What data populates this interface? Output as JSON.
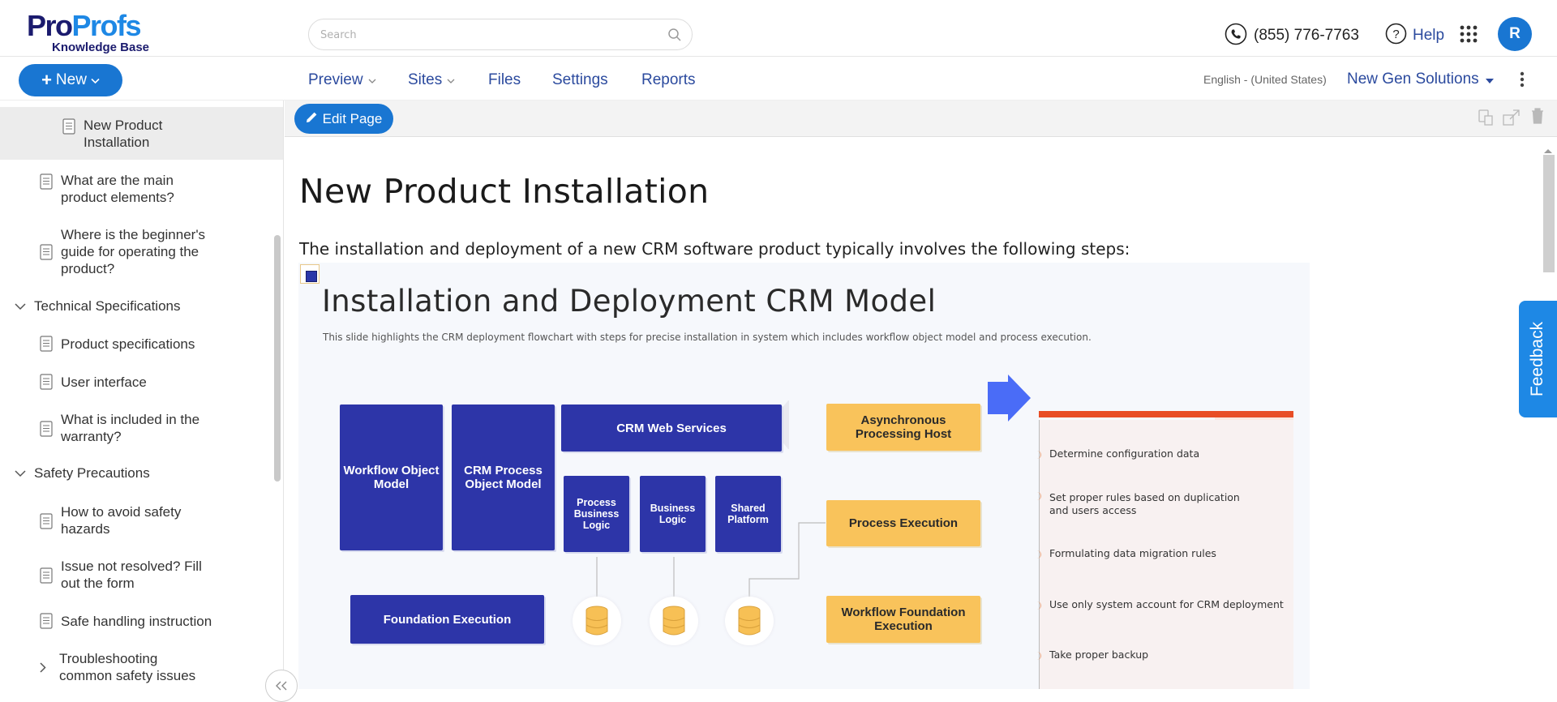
{
  "brand": {
    "logo_pro": "Pro",
    "logo_profs": "Profs",
    "logo_sub": "Knowledge Base"
  },
  "search": {
    "placeholder": "Search"
  },
  "header": {
    "phone": "(855) 776-7763",
    "help": "Help",
    "avatar_initial": "R"
  },
  "nav": {
    "new_label": "New",
    "items": [
      "Preview",
      "Sites",
      "Files",
      "Settings",
      "Reports"
    ],
    "language": "English - (United States)",
    "org": "New Gen Solutions"
  },
  "sidebar": {
    "items": [
      {
        "label": "New Product Installation",
        "active": true
      },
      {
        "label": "What are the main product elements?"
      },
      {
        "label": "Where is the beginner's guide for operating the product?"
      },
      {
        "label": "Technical Specifications",
        "section": true
      },
      {
        "label": "Product specifications"
      },
      {
        "label": "User interface"
      },
      {
        "label": "What is included in the warranty?"
      },
      {
        "label": "Safety Precautions",
        "section": true
      },
      {
        "label": "How to avoid safety hazards"
      },
      {
        "label": "Issue not resolved? Fill out the form"
      },
      {
        "label": "Safe handling instruction"
      },
      {
        "label": "Troubleshooting common safety issues"
      }
    ]
  },
  "toolbar": {
    "edit_label": "Edit Page"
  },
  "page": {
    "title": "New Product Installation",
    "intro": "The installation and deployment of a new CRM software product typically involves the following steps:"
  },
  "slide": {
    "title": "Installation and Deployment CRM Model",
    "subtitle": "This slide highlights the CRM deployment flowchart with steps for precise installation in system which includes workflow object model and process execution.",
    "blue_boxes": {
      "workflow_object_model": "Workflow Object Model",
      "crm_process_object_model": "CRM Process Object Model",
      "crm_web_services": "CRM Web Services",
      "process_business_logic": "Process Business Logic",
      "business_logic": "Business Logic",
      "shared_platform": "Shared Platform",
      "foundation_execution": "Foundation Execution"
    },
    "yellow_boxes": {
      "async_host": "Asynchronous Processing Host",
      "process_execution": "Process Execution",
      "workflow_foundation": "Workflow Foundation Execution"
    },
    "steps": [
      "Determine configuration data",
      "Set proper rules based on duplication and users access",
      "Formulating data migration rules",
      "Use only system account for CRM deployment",
      "Take proper backup"
    ],
    "colors": {
      "navy": "#2d35a8",
      "amber": "#f9c35b",
      "accent": "#e84d25",
      "arrow": "#4a6cf7"
    }
  },
  "feedback": {
    "label": "Feedback"
  }
}
